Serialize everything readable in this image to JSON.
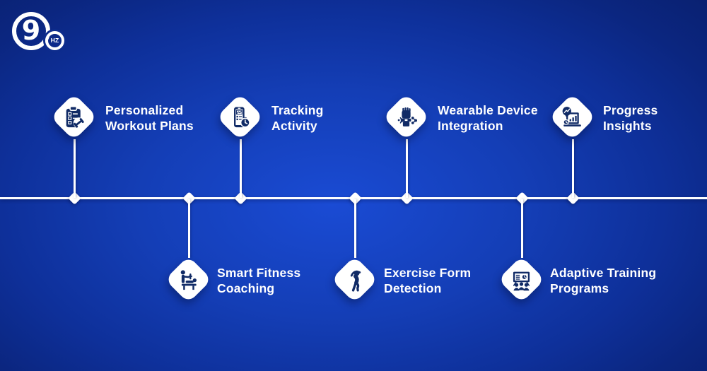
{
  "logo": {
    "primary": "9",
    "badge": "HZ"
  },
  "items": [
    {
      "title": [
        "Personalized",
        "Workout Plans"
      ],
      "side": "top",
      "icon": "clipboard-checklist-dumbbell-icon"
    },
    {
      "title": [
        "Tracking",
        "Activity"
      ],
      "side": "top",
      "icon": "activity-tracker-phone-icon"
    },
    {
      "title": [
        "Wearable Device",
        "Integration"
      ],
      "side": "top",
      "icon": "smartwatch-hand-icon"
    },
    {
      "title": [
        "Progress",
        "Insights"
      ],
      "side": "top",
      "icon": "laptop-analytics-icon"
    },
    {
      "title": [
        "Smart Fitness",
        "Coaching"
      ],
      "side": "bottom",
      "icon": "bench-press-coach-icon"
    },
    {
      "title": [
        "Exercise Form",
        "Detection"
      ],
      "side": "bottom",
      "icon": "stretching-person-icon"
    },
    {
      "title": [
        "Adaptive Training",
        "Programs"
      ],
      "side": "bottom",
      "icon": "group-training-presentation-icon"
    }
  ],
  "colors": {
    "background_center": "#1a4bd4",
    "background_edge": "#0a2172",
    "icon_navy": "#112b66",
    "line": "#ffffff",
    "text": "#ffffff"
  }
}
